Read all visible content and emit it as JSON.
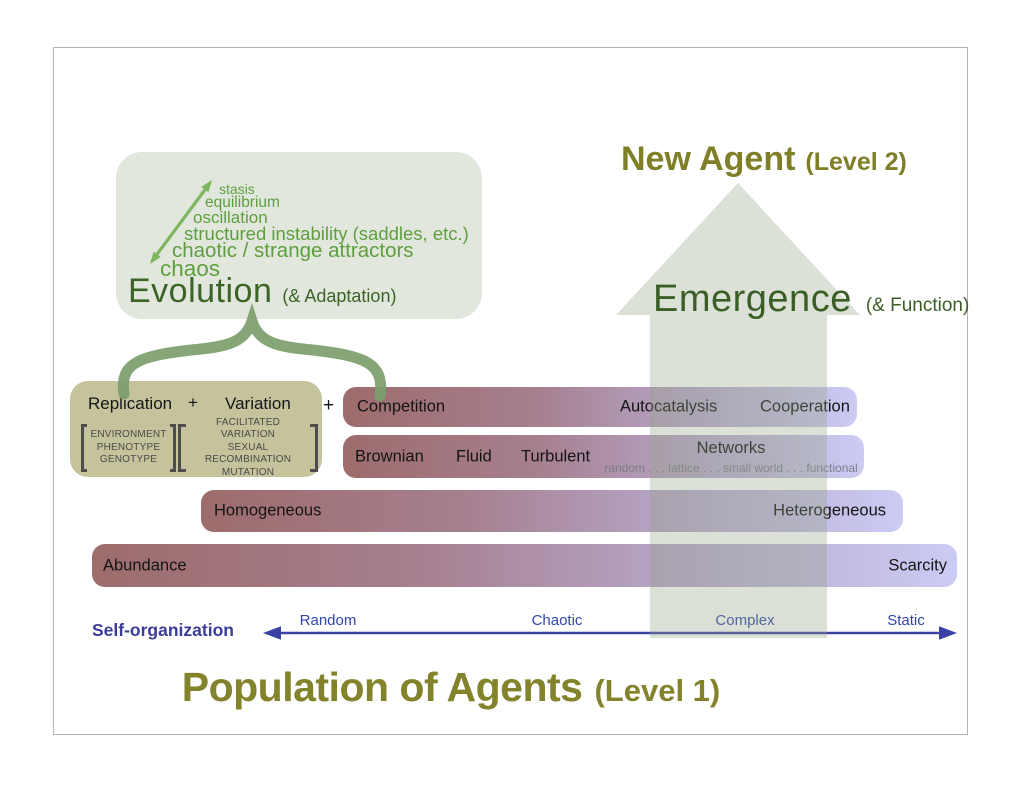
{
  "header": {
    "title": "New Agent",
    "level": "(Level 2)"
  },
  "footer": {
    "title": "Population of Agents",
    "level": "(Level 1)"
  },
  "emergence": {
    "title": "Emergence",
    "qualifier": "(& Function)"
  },
  "evolution": {
    "title": "Evolution",
    "qualifier": "(& Adaptation)",
    "ladder": [
      "stasis",
      "equilibrium",
      "oscillation",
      "structured instability (saddles, etc.)",
      "chaotic / strange attractors",
      "chaos"
    ]
  },
  "formula": {
    "replication": "Replication",
    "plus_inner": "+",
    "variation": "Variation",
    "plus_outer": "+",
    "replication_factors": [
      "ENVIRONMENT",
      "PHENOTYPE",
      "GENOTYPE"
    ],
    "variation_factors": [
      "FACILITATED VARIATION",
      "SEXUAL RECOMBINATION",
      "MUTATION"
    ]
  },
  "bars": {
    "interaction": {
      "left": "Competition",
      "mid": "Autocatalysis",
      "right": "Cooperation"
    },
    "dynamics": {
      "labels": [
        "Brownian",
        "Fluid",
        "Turbulent"
      ],
      "networks_title": "Networks",
      "networks_subtitle": "random . . . lattice . . . small world . . . functional"
    },
    "diversity": {
      "left": "Homogeneous",
      "right": "Heterogeneous"
    },
    "resources": {
      "left": "Abundance",
      "right": "Scarcity"
    }
  },
  "self_organization": {
    "label": "Self-organization",
    "ticks": [
      "Random",
      "Chaotic",
      "Complex",
      "Static"
    ]
  },
  "colors": {
    "olive_title": "#7f7f28",
    "dark_green": "#3b5e27",
    "ladder_green": "#5f9e3f",
    "sage_panel": "#e2e7de",
    "khaki_box": "#c5c39b",
    "brace_green": "#7c9e6c",
    "axis_blue": "#3c3c99",
    "bar_gradient_left": "#9d6c6c",
    "bar_gradient_right": "#cbcbf4"
  }
}
